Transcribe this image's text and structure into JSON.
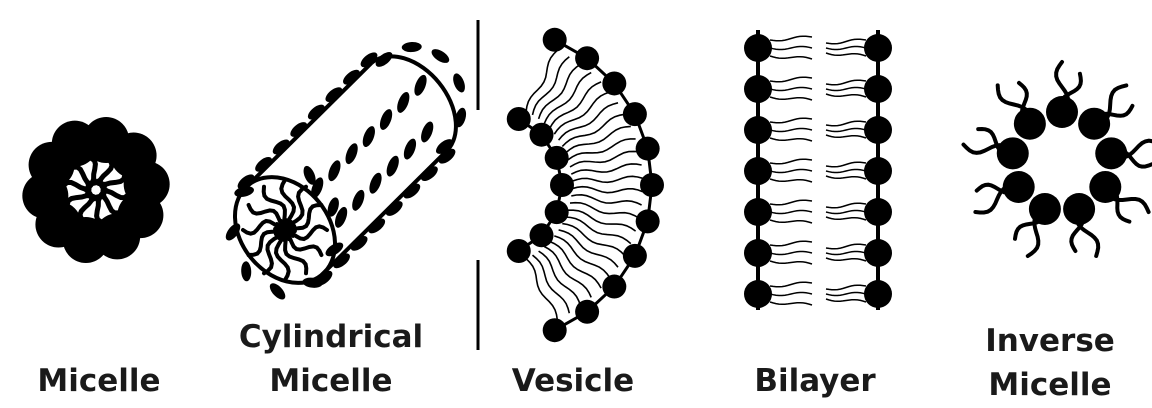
{
  "labels": {
    "micelle": "Micelle",
    "cylindrical_line1": "Cylindrical",
    "cylindrical_line2": "Micelle",
    "vesicle": "Vesicle",
    "bilayer": "Bilayer",
    "inverse_line1": "Inverse",
    "inverse_line2": "Micelle"
  },
  "colors": {
    "ink": "#000000",
    "text": "#1a1a1a",
    "background": "#ffffff"
  }
}
